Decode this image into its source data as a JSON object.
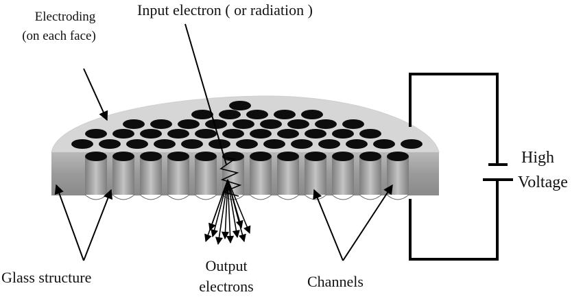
{
  "labels": {
    "electroding_line1": "Electroding",
    "electroding_line2": "(on each face)",
    "input": "Input electron ( or radiation )",
    "high": "High",
    "voltage": "Voltage",
    "output_line1": "Output",
    "output_line2": "electrons",
    "glass": "Glass structure",
    "channels": "Channels"
  },
  "colors": {
    "plate_top": "#cfcfcf",
    "plate_side": "#9a9a9a",
    "holes": "#0d0d0d",
    "wire": "#000000",
    "text": "#111111"
  }
}
